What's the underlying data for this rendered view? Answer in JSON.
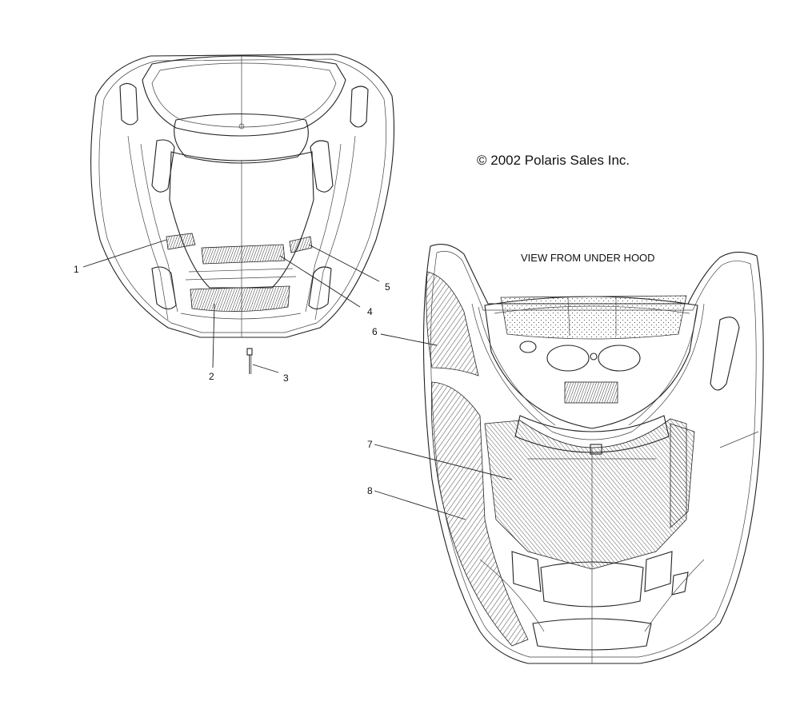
{
  "copyright": "© 2002 Polaris Sales Inc.",
  "view_label": "VIEW FROM UNDER HOOD",
  "callouts": [
    "1",
    "2",
    "3",
    "4",
    "5",
    "6",
    "7",
    "8"
  ]
}
